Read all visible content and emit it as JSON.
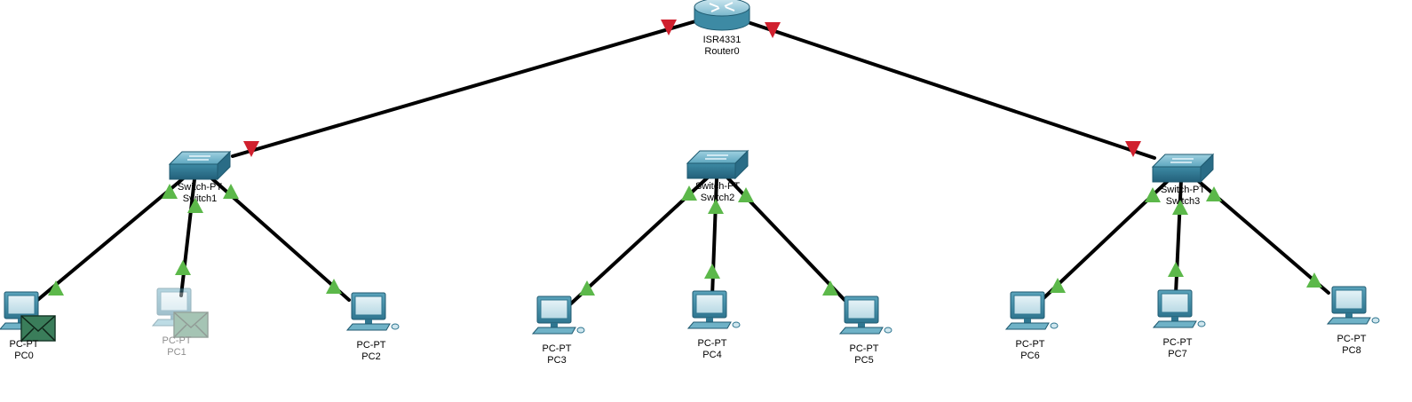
{
  "router": {
    "model": "ISR4331",
    "name": "Router0"
  },
  "switches": [
    {
      "id": "sw1",
      "model": "Switch-PT",
      "name": "Switch1"
    },
    {
      "id": "sw2",
      "model": "Switch-PT",
      "name": "Switch2"
    },
    {
      "id": "sw3",
      "model": "Switch-PT",
      "name": "Switch3"
    }
  ],
  "pcs": [
    {
      "id": "pc0",
      "model": "PC-PT",
      "name": "PC0",
      "has_envelope": true,
      "dimmed": false
    },
    {
      "id": "pc1",
      "model": "PC-PT",
      "name": "PC1",
      "has_envelope": true,
      "dimmed": true
    },
    {
      "id": "pc2",
      "model": "PC-PT",
      "name": "PC2",
      "has_envelope": false,
      "dimmed": false
    },
    {
      "id": "pc3",
      "model": "PC-PT",
      "name": "PC3",
      "has_envelope": false,
      "dimmed": false
    },
    {
      "id": "pc4",
      "model": "PC-PT",
      "name": "PC4",
      "has_envelope": false,
      "dimmed": false
    },
    {
      "id": "pc5",
      "model": "PC-PT",
      "name": "PC5",
      "has_envelope": false,
      "dimmed": false
    },
    {
      "id": "pc6",
      "model": "PC-PT",
      "name": "PC6",
      "has_envelope": false,
      "dimmed": false
    },
    {
      "id": "pc7",
      "model": "PC-PT",
      "name": "PC7",
      "has_envelope": false,
      "dimmed": false
    },
    {
      "id": "pc8",
      "model": "PC-PT",
      "name": "PC8",
      "has_envelope": false,
      "dimmed": false
    }
  ],
  "links": [
    {
      "from": "router",
      "to": "sw1",
      "status": "down"
    },
    {
      "from": "router",
      "to": "sw3",
      "status": "down"
    },
    {
      "from": "sw1",
      "to": "pc0",
      "status": "up"
    },
    {
      "from": "sw1",
      "to": "pc1",
      "status": "up"
    },
    {
      "from": "sw1",
      "to": "pc2",
      "status": "up"
    },
    {
      "from": "sw2",
      "to": "pc3",
      "status": "up"
    },
    {
      "from": "sw2",
      "to": "pc4",
      "status": "up"
    },
    {
      "from": "sw2",
      "to": "pc5",
      "status": "up"
    },
    {
      "from": "sw3",
      "to": "pc6",
      "status": "up"
    },
    {
      "from": "sw3",
      "to": "pc7",
      "status": "up"
    },
    {
      "from": "sw3",
      "to": "pc8",
      "status": "up"
    }
  ],
  "colors": {
    "link": "#000000",
    "status_up": "#5cb84a",
    "status_down": "#d0202e",
    "device_blue": "#4a90a8",
    "device_dark": "#2e6e85",
    "envelope": "#3a7d5a"
  }
}
